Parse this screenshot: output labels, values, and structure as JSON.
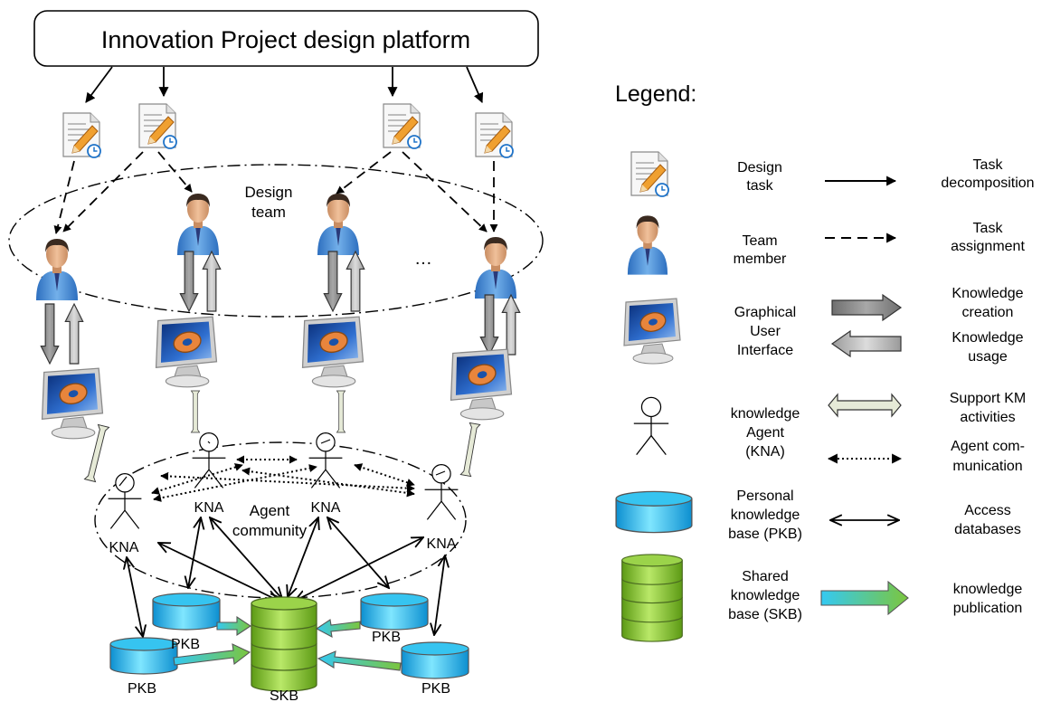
{
  "platform": {
    "title": "Innovation Project design platform"
  },
  "diagram": {
    "design_team_label_1": "Design",
    "design_team_label_2": "team",
    "ellipsis": "…",
    "agent_community_label_1": "Agent",
    "agent_community_label_2": "community",
    "kna_labels": [
      "KNA",
      "KNA",
      "KNA",
      "KNA"
    ],
    "pkb_labels": [
      "PKB",
      "PKB",
      "PKB",
      "PKB"
    ],
    "skb_label": "SKB"
  },
  "legend": {
    "title": "Legend:",
    "items": [
      {
        "icon": "design-task-icon",
        "label": [
          "Design",
          "task"
        ],
        "line": "solid-arrow",
        "meaning": [
          "Task",
          "decomposition"
        ]
      },
      {
        "icon": "team-member-icon",
        "label": [
          "Team",
          "member"
        ],
        "line": "dashed-arrow",
        "meaning": [
          "Task",
          "assignment"
        ]
      },
      {
        "icon": "gui-monitor-icon",
        "label": [
          "Graphical",
          "User",
          "Interface"
        ],
        "line": "block-arrows",
        "meaning": [
          "Knowledge",
          "creation",
          "Knowledge",
          "usage"
        ]
      },
      {
        "icon": "stick-figure-agent-icon",
        "label": [
          "knowledge",
          "Agent",
          "(KNA)"
        ],
        "line": "double-block-arrow",
        "meaning": [
          "Support KM",
          "activities",
          "Agent com-",
          "munication"
        ]
      },
      {
        "icon": "personal-database-icon",
        "label": [
          "Personal",
          "knowledge",
          "base (PKB)"
        ],
        "line": "double-arrow",
        "meaning": [
          "Access",
          "databases"
        ]
      },
      {
        "icon": "shared-database-icon",
        "label": [
          "Shared",
          "knowledge",
          "base (SKB)"
        ],
        "line": "gradient-arrow",
        "meaning": [
          "knowledge",
          "publication"
        ]
      }
    ]
  },
  "colors": {
    "pkb_blue": "#29c4ee",
    "skb_green": "#8cc63f",
    "shirt_blue": "#4a90d9",
    "gui_screen": "#1a52a8",
    "gear_orange": "#e8853c"
  }
}
